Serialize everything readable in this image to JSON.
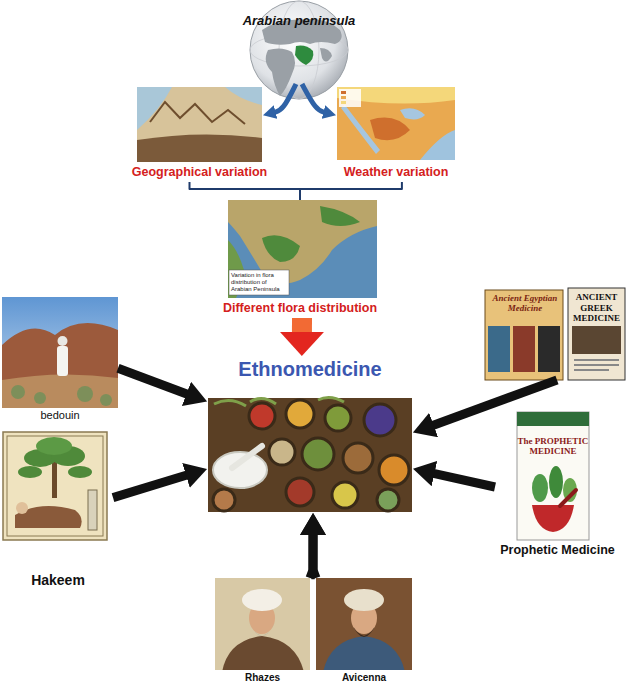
{
  "diagram": {
    "nodes": [
      {
        "text": [
          "Arabian peninsula"
        ]
      },
      {
        "text": [
          "Geographical variation"
        ]
      },
      {
        "text": [
          "Weather variation"
        ]
      },
      {
        "text": [
          "Different flora distribution"
        ]
      },
      {
        "text": [
          "Ethnomedicine"
        ]
      },
      {
        "text": [
          "bedouin"
        ]
      },
      {
        "text": [
          "Hakeem"
        ]
      },
      {
        "text": [
          "Ancient Egyptian Medicine"
        ]
      },
      {
        "text": [
          "ANCIENT GREEK MEDICINE"
        ]
      },
      {
        "text": [
          "The PROPHETIC MEDICINE",
          "Prophetic Medicine"
        ]
      },
      {
        "text": [
          "Rhazes"
        ]
      },
      {
        "text": [
          "Avicenna"
        ]
      }
    ],
    "edges": [
      {
        "from": 0,
        "to": 1,
        "arrow": "to"
      },
      {
        "from": 0,
        "to": 2,
        "arrow": "to"
      },
      {
        "from": 1,
        "to": 3,
        "arrow": "none"
      },
      {
        "from": 2,
        "to": 3,
        "arrow": "none"
      },
      {
        "from": 3,
        "to": 4,
        "arrow": "to"
      },
      {
        "from": 5,
        "to": 4,
        "arrow": "to"
      },
      {
        "from": 6,
        "to": 4,
        "arrow": "to"
      },
      {
        "from": 7,
        "to": 4,
        "arrow": "to"
      },
      {
        "from": 9,
        "to": 4,
        "arrow": "to"
      },
      {
        "from": 10,
        "to": 4,
        "arrow": "to"
      },
      {
        "from": 11,
        "to": 4,
        "arrow": "to"
      }
    ],
    "labels": [
      "Variation in flora distribution of Arabian Peninsula"
    ]
  }
}
